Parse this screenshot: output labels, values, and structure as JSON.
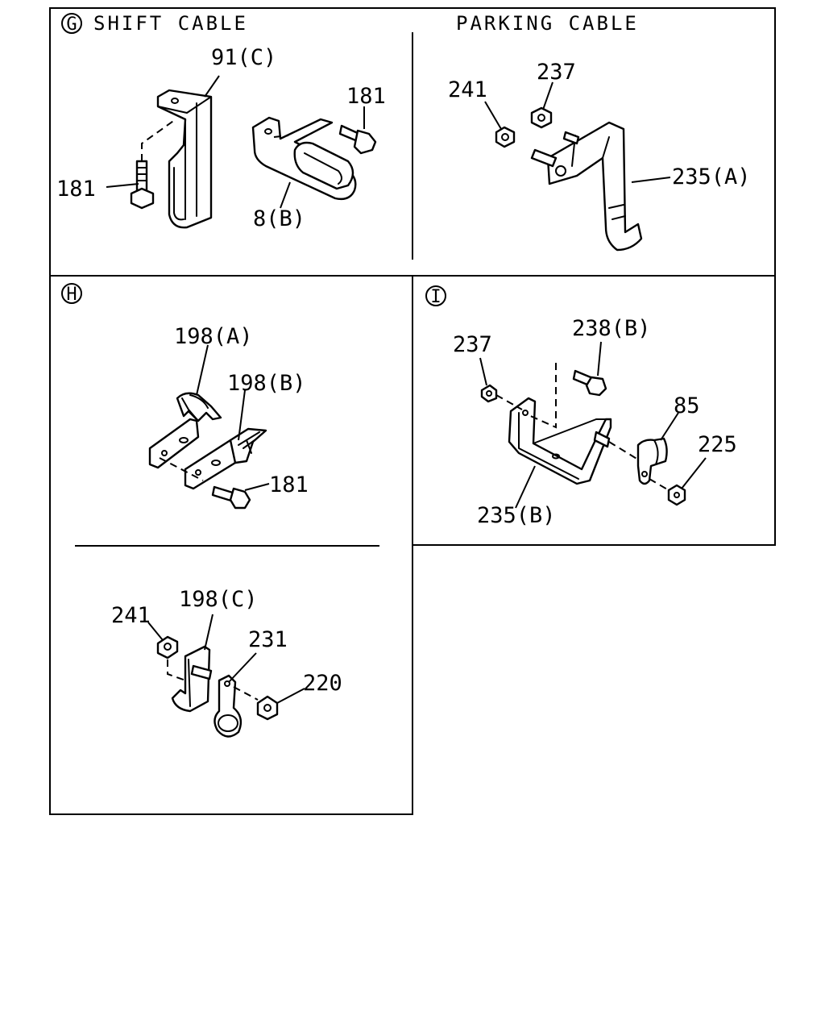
{
  "diagram": {
    "panel_g": {
      "marker": "G",
      "title": "SHIFT CABLE",
      "labels": {
        "p91c": "91(C)",
        "p181a": "181",
        "p181b": "181",
        "p8b": "8(B)"
      }
    },
    "panel_parking": {
      "title": "PARKING CABLE",
      "labels": {
        "p241": "241",
        "p237": "237",
        "p235a": "235(A)"
      }
    },
    "panel_h": {
      "marker": "H",
      "labels": {
        "p198a": "198(A)",
        "p198b": "198(B)",
        "p181": "181",
        "p241": "241",
        "p198c": "198(C)",
        "p231": "231",
        "p220": "220"
      }
    },
    "panel_i": {
      "marker": "I",
      "labels": {
        "p237": "237",
        "p238b": "238(B)",
        "p85": "85",
        "p225": "225",
        "p235b": "235(B)"
      }
    }
  }
}
